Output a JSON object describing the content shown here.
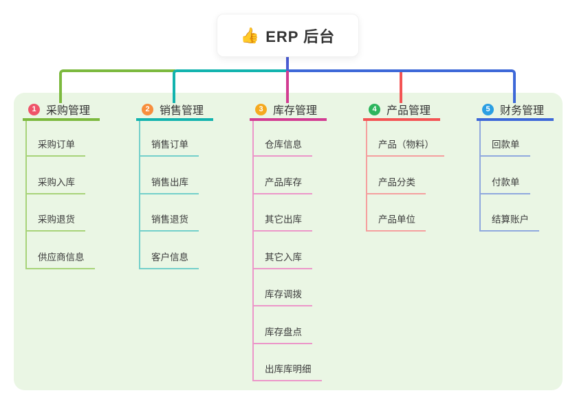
{
  "root": {
    "icon": "👍",
    "label": "ERP 后台"
  },
  "panel": {
    "background": "#EAF6E4"
  },
  "connector_stem_color": "#4A5BD3",
  "branches": [
    {
      "num": "1",
      "title": "采购管理",
      "badge_color": "#EF5369",
      "line_color": "#7CB93E",
      "light_color": "#A7D378",
      "items": [
        "采购订单",
        "采购入库",
        "采购退货",
        "供应商信息"
      ]
    },
    {
      "num": "2",
      "title": "销售管理",
      "badge_color": "#F78E3D",
      "line_color": "#12B3AE",
      "light_color": "#72CFCA",
      "items": [
        "销售订单",
        "销售出库",
        "销售退货",
        "客户信息"
      ]
    },
    {
      "num": "3",
      "title": "库存管理",
      "badge_color": "#F5A91F",
      "line_color": "#D23C92",
      "light_color": "#EC95C9",
      "items": [
        "仓库信息",
        "产品库存",
        "其它出库",
        "其它入库",
        "库存调拨",
        "库存盘点",
        "出库库明细"
      ]
    },
    {
      "num": "4",
      "title": "产品管理",
      "badge_color": "#2DB55D",
      "line_color": "#F35454",
      "light_color": "#F59E9E",
      "items": [
        "产品（物料）",
        "产品分类",
        "产品单位"
      ]
    },
    {
      "num": "5",
      "title": "财务管理",
      "badge_color": "#2B9FE3",
      "line_color": "#3D68D8",
      "light_color": "#8FA8DE",
      "items": [
        "回款单",
        "付款单",
        "结算账户"
      ]
    }
  ]
}
